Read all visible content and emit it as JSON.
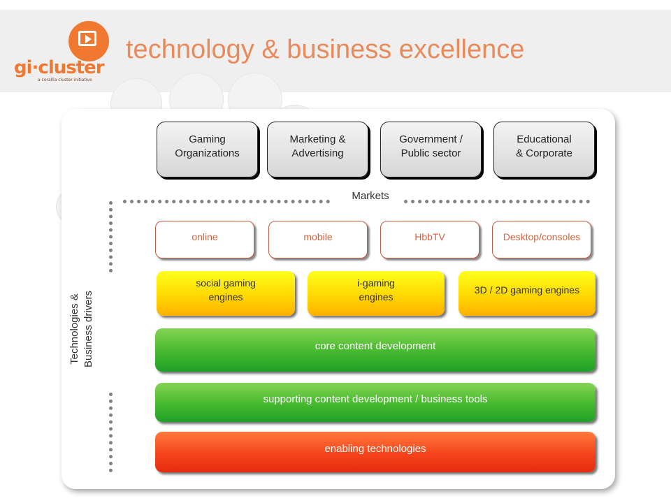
{
  "header": {
    "logo_text": "gi·cluster",
    "logo_tagline": "a corallia cluster initiative",
    "title": "technology & business excellence"
  },
  "markets": {
    "label": "Markets",
    "items": [
      "Gaming\nOrganizations",
      "Marketing &\nAdvertising",
      "Government /\nPublic sector",
      "Educational\n& Corporate"
    ]
  },
  "platforms": {
    "items": [
      "online",
      "mobile",
      "HbbTV",
      "Desktop/consoles"
    ]
  },
  "engines": {
    "items": [
      "social gaming\nengines",
      "i-gaming\nengines",
      "3D / 2D gaming engines"
    ]
  },
  "layers": {
    "core": "core content development",
    "supporting": "supporting content development / business tools",
    "enabling": "enabling technologies"
  },
  "axis": {
    "label": "Technologies &\nBusiness drivers"
  },
  "colors": {
    "accent": "#f07830",
    "engine_yellow": "#ffd400",
    "layer_green": "#44b82e",
    "layer_red": "#f5441c"
  }
}
